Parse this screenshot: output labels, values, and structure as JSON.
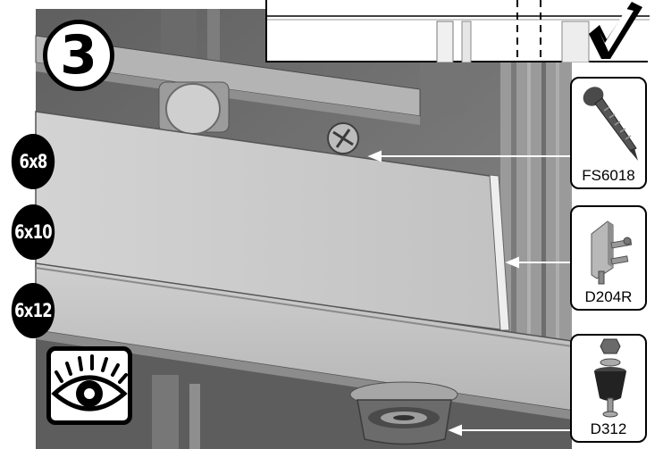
{
  "step": {
    "number": "3"
  },
  "sizes": [
    {
      "label": "6x8"
    },
    {
      "label": "6x10"
    },
    {
      "label": "6x12"
    }
  ],
  "parts": [
    {
      "code": "FS6018",
      "icon": "screw-icon"
    },
    {
      "code": "D204R",
      "icon": "bracket-icon"
    },
    {
      "code": "D312",
      "icon": "leveling-foot-icon"
    }
  ],
  "icons": {
    "inspect": "eye-icon",
    "confirm": "checkmark-icon"
  },
  "colors": {
    "line": "#000000",
    "background": "#ffffff"
  }
}
